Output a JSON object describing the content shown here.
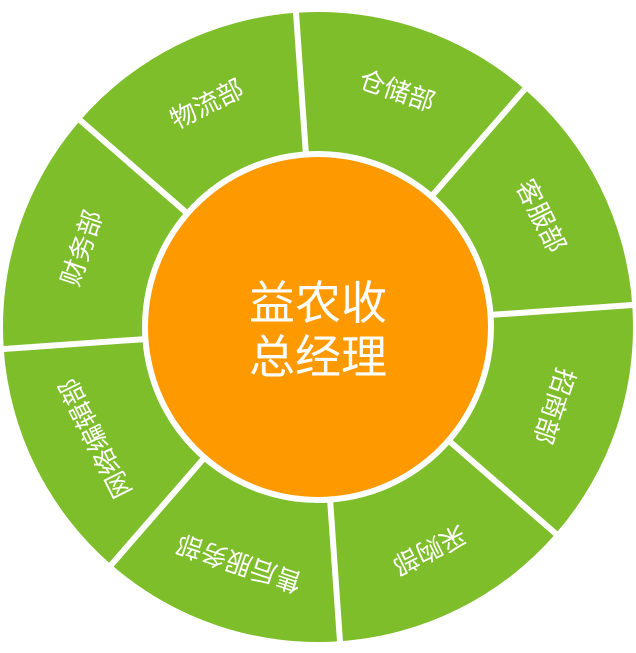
{
  "center": {
    "lines": [
      "益农收",
      "总经理"
    ],
    "color": "#FF9900",
    "text_color": "#FFFFFF"
  },
  "ring": {
    "color": "#7DBE2A",
    "divider_color": "#FFFFFF",
    "text_color": "#FFFFFF"
  },
  "segments": [
    {
      "label": "仓储部"
    },
    {
      "label": "客服部"
    },
    {
      "label": "招商部"
    },
    {
      "label": "采购部"
    },
    {
      "label": "售后服务部"
    },
    {
      "label": "网络编辑部"
    },
    {
      "label": "财务部"
    },
    {
      "label": "物流部"
    }
  ]
}
